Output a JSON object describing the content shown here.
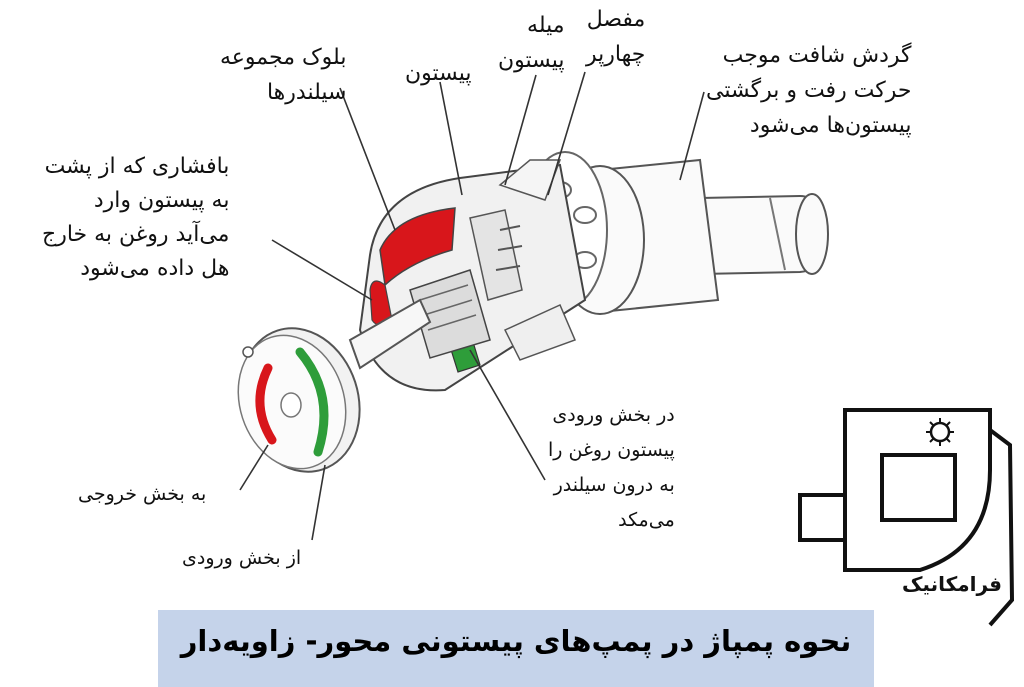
{
  "labels": {
    "swash_plate_joint": "مفصل\nچهارپر",
    "rod": "میله\nپیستون",
    "piston": "پیستون",
    "cylinder_block": "بلوک مجموعه\nسیلندرها",
    "shaft_rotation": "گردش شافت موجب\nحرکت رفت و برگشتی\nپیستون‌ها می‌شود",
    "pressure_out": "بافشاری که از پشت\nبه پیستون وارد\nمی‌آید روغن به خارج\nهل داده می‌شود",
    "inlet_fill": "در بخش ورودی\nپیستون روغن را\nبه درون سیلندر\nمی‌مکد",
    "to_outlet": "به بخش خروجی",
    "from_inlet": "از بخش ورودی"
  },
  "logo": {
    "name": "فرامکانیک",
    "icon": "gear-icon"
  },
  "caption": "نحوه پمپاژ در پمپ‌های پیستونی محور- زاویه‌دار",
  "colors": {
    "red": "#d8161b",
    "green": "#2e9d3a",
    "caption_bg": "#c5d3ea",
    "line": "#333333"
  }
}
